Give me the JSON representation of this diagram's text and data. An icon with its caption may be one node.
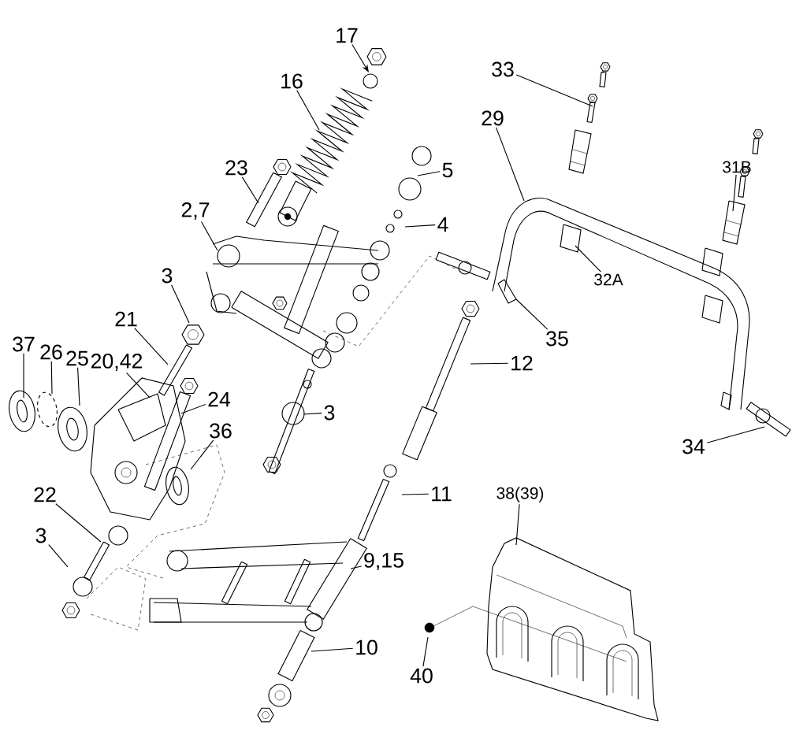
{
  "diagram": {
    "nodes": [
      {
        "text": [
          "17"
        ]
      },
      {
        "text": [
          "16"
        ]
      },
      {
        "text": [
          "23"
        ]
      },
      {
        "text": [
          "2,7"
        ]
      },
      {
        "text": [
          "5"
        ]
      },
      {
        "text": [
          "4"
        ]
      },
      {
        "text": [
          "3"
        ]
      },
      {
        "text": [
          "21"
        ]
      },
      {
        "text": [
          "37"
        ]
      },
      {
        "text": [
          "26"
        ]
      },
      {
        "text": [
          "25"
        ]
      },
      {
        "text": [
          "20,42"
        ]
      },
      {
        "text": [
          "24"
        ]
      },
      {
        "text": [
          "36"
        ]
      },
      {
        "text": [
          "3"
        ]
      },
      {
        "text": [
          "22"
        ]
      },
      {
        "text": [
          "3"
        ]
      },
      {
        "text": [
          "12"
        ]
      },
      {
        "text": [
          "11"
        ]
      },
      {
        "text": [
          "9,15"
        ]
      },
      {
        "text": [
          "10"
        ]
      },
      {
        "text": [
          "33"
        ]
      },
      {
        "text": [
          "29"
        ]
      },
      {
        "text": [
          "31B"
        ]
      },
      {
        "text": [
          "32A"
        ]
      },
      {
        "text": [
          "35"
        ]
      },
      {
        "text": [
          "34"
        ]
      },
      {
        "text": [
          "38(39)"
        ]
      },
      {
        "text": [
          "40"
        ]
      }
    ],
    "edges": [
      {
        "from": 0,
        "to": null,
        "arrow": "to"
      },
      {
        "from": 1,
        "to": null,
        "arrow": "none"
      },
      {
        "from": 2,
        "to": null,
        "arrow": "none"
      },
      {
        "from": 3,
        "to": null,
        "arrow": "none"
      },
      {
        "from": 4,
        "to": null,
        "arrow": "none"
      },
      {
        "from": 5,
        "to": null,
        "arrow": "none"
      },
      {
        "from": 6,
        "to": null,
        "arrow": "none"
      },
      {
        "from": 7,
        "to": null,
        "arrow": "none"
      },
      {
        "from": 8,
        "to": null,
        "arrow": "none"
      },
      {
        "from": 9,
        "to": null,
        "arrow": "none"
      },
      {
        "from": 10,
        "to": null,
        "arrow": "none"
      },
      {
        "from": 11,
        "to": null,
        "arrow": "none"
      },
      {
        "from": 12,
        "to": null,
        "arrow": "none"
      },
      {
        "from": 13,
        "to": null,
        "arrow": "none"
      },
      {
        "from": 14,
        "to": null,
        "arrow": "none"
      },
      {
        "from": 15,
        "to": null,
        "arrow": "none"
      },
      {
        "from": 16,
        "to": null,
        "arrow": "none"
      },
      {
        "from": 17,
        "to": null,
        "arrow": "none"
      },
      {
        "from": 18,
        "to": null,
        "arrow": "none"
      },
      {
        "from": 19,
        "to": null,
        "arrow": "none"
      },
      {
        "from": 20,
        "to": null,
        "arrow": "none"
      },
      {
        "from": 21,
        "to": null,
        "arrow": "none"
      },
      {
        "from": 22,
        "to": null,
        "arrow": "none"
      },
      {
        "from": 23,
        "to": null,
        "arrow": "none"
      },
      {
        "from": 24,
        "to": null,
        "arrow": "none"
      },
      {
        "from": 25,
        "to": null,
        "arrow": "none"
      },
      {
        "from": 26,
        "to": null,
        "arrow": "none"
      },
      {
        "from": 27,
        "to": null,
        "arrow": "none"
      },
      {
        "from": 28,
        "to": null,
        "arrow": "none"
      }
    ]
  }
}
